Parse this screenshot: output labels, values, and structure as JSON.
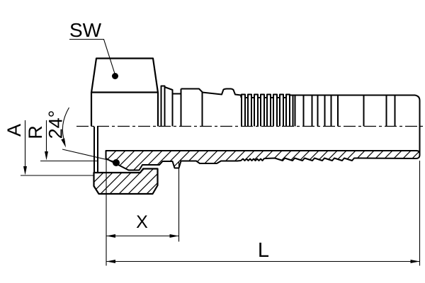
{
  "drawing": {
    "background": "#ffffff",
    "line_color": "#000000",
    "labels": {
      "sw": "SW",
      "a": "A",
      "r": "R",
      "angle": "24°",
      "x": "X",
      "l": "L"
    }
  }
}
